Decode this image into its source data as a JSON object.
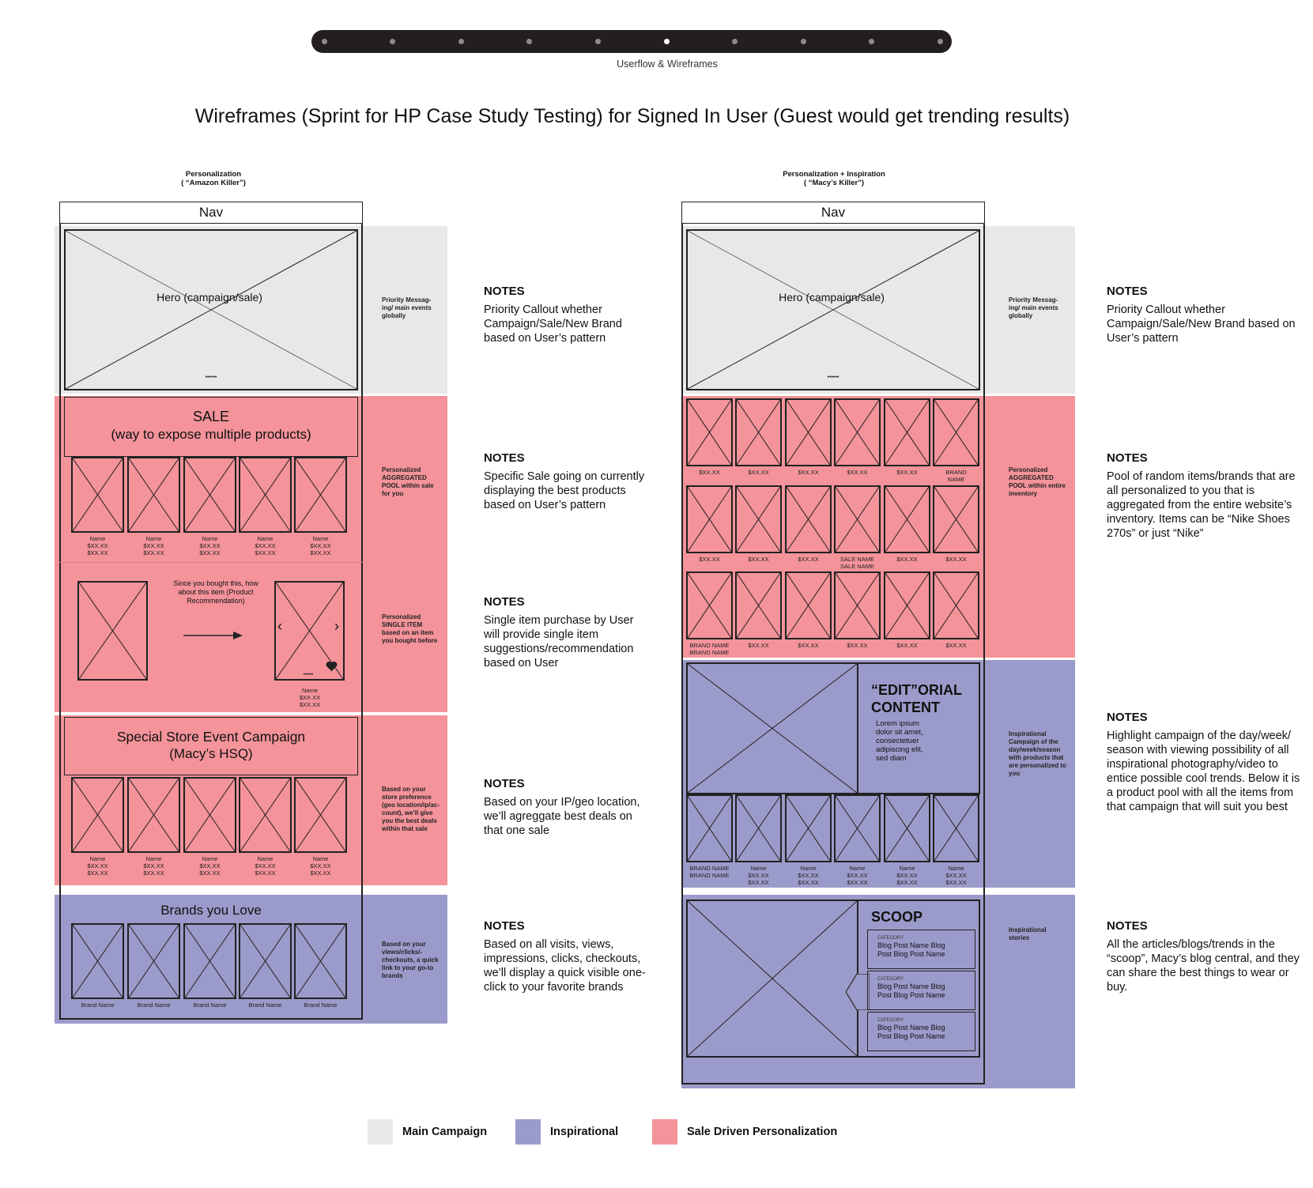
{
  "progress": {
    "label": "Userflow & Wireframes",
    "steps": 10,
    "active_index": 5
  },
  "title": "Wireframes (Sprint for HP Case Study Testing) for Signed In User (Guest would get trending results)",
  "colors": {
    "main": "#e8e8e8",
    "sale": "#f4939a",
    "inspo": "#9b9bcb",
    "ink": "#222222"
  },
  "left": {
    "heading": "Personalization",
    "subheading": "( “Amazon Killer”)",
    "nav": "Nav",
    "hero": {
      "label": "Hero (campaign/sale)",
      "dots": "••••••",
      "side": "Priority Messag-ing/ main events globally"
    },
    "sale": {
      "title": "SALE",
      "subtitle": "(way to expose multiple products)",
      "side": "Personalized AGGREGATED POOL within sale for you",
      "items": [
        {
          "l1": "Name",
          "l2": "$XX.XX",
          "l3": "$XX.XX"
        },
        {
          "l1": "Name",
          "l2": "$XX.XX",
          "l3": "$XX.XX"
        },
        {
          "l1": "Name",
          "l2": "$XX.XX",
          "l3": "$XX.XX"
        },
        {
          "l1": "Name",
          "l2": "$XX.XX",
          "l3": "$XX.XX"
        },
        {
          "l1": "Name",
          "l2": "$XX.XX",
          "l3": "$XX.XX"
        }
      ]
    },
    "reco": {
      "text": "Since you bought this, how about this item (Product Recommendation)",
      "dots": "••••••",
      "name": "Name",
      "price1": "$XX.XX",
      "price2": "$XX.XX",
      "side": "Personalized SINGLE ITEM based on an item you bought before"
    },
    "event": {
      "title": "Special Store Event Campaign",
      "subtitle": "(Macy’s HSQ)",
      "side": "Based on your store preference (geo location/ip/ac-count), we’ll give you the best deals within that sale",
      "items": [
        {
          "l1": "Name",
          "l2": "$XX.XX",
          "l3": "$XX.XX"
        },
        {
          "l1": "Name",
          "l2": "$XX.XX",
          "l3": "$XX.XX"
        },
        {
          "l1": "Name",
          "l2": "$XX.XX",
          "l3": "$XX.XX"
        },
        {
          "l1": "Name",
          "l2": "$XX.XX",
          "l3": "$XX.XX"
        },
        {
          "l1": "Name",
          "l2": "$XX.XX",
          "l3": "$XX.XX"
        }
      ]
    },
    "brands": {
      "title": "Brands you Love",
      "side": "Based on your views/clicks/-checkouts, a quick link to your go-to brands",
      "items": [
        "Brand Name",
        "Brand Name",
        "Brand Name",
        "Brand Name",
        "Brand Name"
      ]
    }
  },
  "right": {
    "heading": "Personalization + Inspiration",
    "subheading": "( “Macy’s Killer”)",
    "nav": "Nav",
    "hero": {
      "label": "Hero (campaign/sale)",
      "dots": "••••••",
      "side": "Priority Messag-ing/ main events globally"
    },
    "pool": {
      "side": "Personalized AGGREGATED POOL within entire inventory",
      "row1": [
        {
          "l1": "$XX.XX",
          "l2": ""
        },
        {
          "l1": "$XX.XX",
          "l2": ""
        },
        {
          "l1": "$XX.XX",
          "l2": ""
        },
        {
          "l1": "$XX.XX",
          "l2": ""
        },
        {
          "l1": "$XX.XX",
          "l2": ""
        },
        {
          "l1": "BRAND",
          "l2": "NAME"
        }
      ],
      "row2": [
        {
          "l1": "$XX.XX",
          "l2": ""
        },
        {
          "l1": "$XX.XX",
          "l2": ""
        },
        {
          "l1": "$XX.XX",
          "l2": ""
        },
        {
          "l1": "SALE NAME",
          "l2": "SALE NAME"
        },
        {
          "l1": "$XX.XX",
          "l2": ""
        },
        {
          "l1": "$XX.XX",
          "l2": ""
        }
      ],
      "row3": [
        {
          "l1": "BRAND NAME",
          "l2": "BRAND NAME"
        },
        {
          "l1": "$XX.XX",
          "l2": ""
        },
        {
          "l1": "$XX.XX",
          "l2": ""
        },
        {
          "l1": "$XX.XX",
          "l2": ""
        },
        {
          "l1": "$XX.XX",
          "l2": ""
        },
        {
          "l1": "$XX.XX",
          "l2": ""
        }
      ]
    },
    "editorial": {
      "title1": "“EDIT”ORIAL",
      "title2": "CONTENT",
      "body": "Lorem ipsum dolor sit amet, consectetuer adipiscing elit, sed diam",
      "side": "Inspirational Campaign of the day/week/season with products that are personalized to you",
      "items": [
        {
          "l1": "BRAND NAME",
          "l2": "BRAND NAME",
          "l3": ""
        },
        {
          "l1": "Name",
          "l2": "$XX.XX",
          "l3": "$XX.XX"
        },
        {
          "l1": "Name",
          "l2": "$XX.XX",
          "l3": "$XX.XX"
        },
        {
          "l1": "Name",
          "l2": "$XX.XX",
          "l3": "$XX.XX"
        },
        {
          "l1": "Name",
          "l2": "$XX.XX",
          "l3": "$XX.XX"
        },
        {
          "l1": "Name",
          "l2": "$XX.XX",
          "l3": "$XX.XX"
        }
      ]
    },
    "scoop": {
      "title": "SCOOP",
      "side": "Inspirational stories",
      "posts": [
        {
          "category": "CATEGORY",
          "line1": "Blog Post Name Blog",
          "line2": "Post Blog Post Name"
        },
        {
          "category": "CATEGORY",
          "line1": "Blog Post Name Blog",
          "line2": "Post Blog Post Name"
        },
        {
          "category": "CATEGORY",
          "line1": "Blog Post Name Blog",
          "line2": "Post Blog Post Name"
        }
      ]
    }
  },
  "notes_left": [
    {
      "heading": "NOTES",
      "body": "Priority Callout whether Campaign/Sale/New Brand based on User’s pattern"
    },
    {
      "heading": "NOTES",
      "body": "Specific Sale going on currently displaying the best products based on User’s pattern"
    },
    {
      "heading": "NOTES",
      "body": "Single item purchase by User will provide single item suggestions/recommendation based on User"
    },
    {
      "heading": "NOTES",
      "body": "Based on your IP/geo location, we’ll agreggate best deals on that one sale"
    },
    {
      "heading": "NOTES",
      "body": "Based on all visits, views, impressions, clicks, checkouts, we’ll display a quick visible one-click to your favorite brands"
    }
  ],
  "notes_right": [
    {
      "heading": "NOTES",
      "body": "Priority Callout whether Campaign/Sale/New Brand based on User’s pattern"
    },
    {
      "heading": "NOTES",
      "body": "Pool of random items/brands that are all personalized to you that is aggregated from the entire website’s inventory. Items can be “Nike Shoes 270s” or just “Nike”"
    },
    {
      "heading": "NOTES",
      "body": "Highlight campaign of the day/week/ season with viewing possibility of all inspirational photography/video to entice possible cool trends. Below it is a product pool with all the items from that campaign that will suit you best"
    },
    {
      "heading": "NOTES",
      "body": "All the articles/blogs/trends in the “scoop”, Macy’s blog central, and they can share the best things to wear or buy."
    }
  ],
  "legend": [
    {
      "label": "Main Campaign",
      "color": "#e8e8e8"
    },
    {
      "label": "Inspirational",
      "color": "#9b9bcb"
    },
    {
      "label": "Sale Driven Personalization",
      "color": "#f4939a"
    }
  ]
}
